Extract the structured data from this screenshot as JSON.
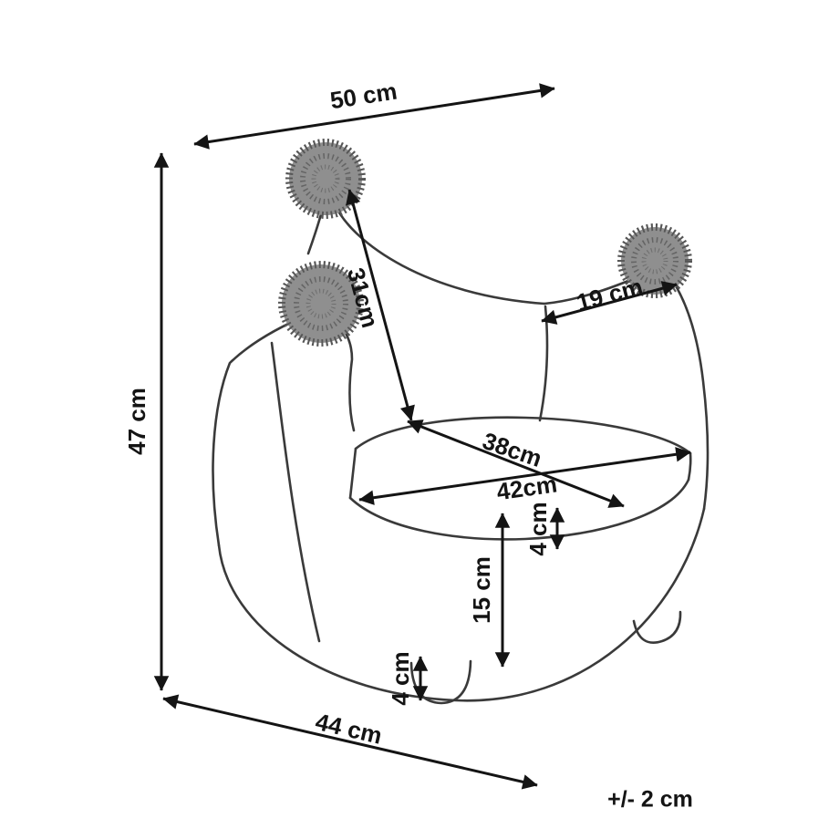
{
  "diagram": {
    "labels": {
      "width_top": "50 cm",
      "height_left": "47 cm",
      "back_height": "31cm",
      "armrest_width": "19 cm",
      "seat_diameter_inner": "38cm",
      "seat_diameter_outer": "42cm",
      "seat_cushion_height": "4 cm",
      "base_height": "15 cm",
      "foot_height": "4 cm",
      "depth_bottom": "44 cm",
      "tolerance": "+/- 2 cm"
    },
    "colors": {
      "line": "#3a3a3a",
      "dimension": "#141414",
      "pompom_fill": "#8f8f8f",
      "pompom_edge": "#565656",
      "background": "#ffffff"
    }
  }
}
